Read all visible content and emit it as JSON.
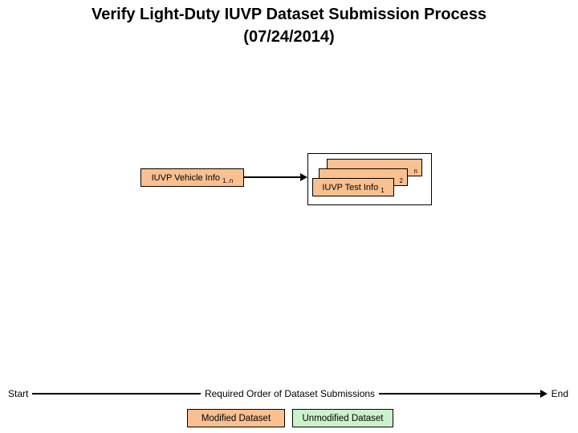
{
  "title": {
    "line1": "Verify Light-Duty IUVP Dataset Submission Process",
    "line2": "(07/24/2014)"
  },
  "vehicle_info": {
    "label": "IUVP Vehicle Info",
    "subscript": "1..n"
  },
  "test_info": {
    "label": "IUVP Test Info",
    "front_subscript": "1",
    "middle_subscript": "2",
    "back_subscript": "n"
  },
  "flow": {
    "start": "Start",
    "label": "Required Order of Dataset Submissions",
    "end": "End"
  },
  "legend": [
    {
      "label": "Modified Dataset",
      "color": "#FAC090"
    },
    {
      "label": "Unmodified Dataset",
      "color": "#CCF2CC"
    }
  ],
  "colors": {
    "modified_fill": "#FAC090",
    "unmodified_fill": "#CCF2CC",
    "border": "#000000",
    "background": "#FFFFFF"
  }
}
